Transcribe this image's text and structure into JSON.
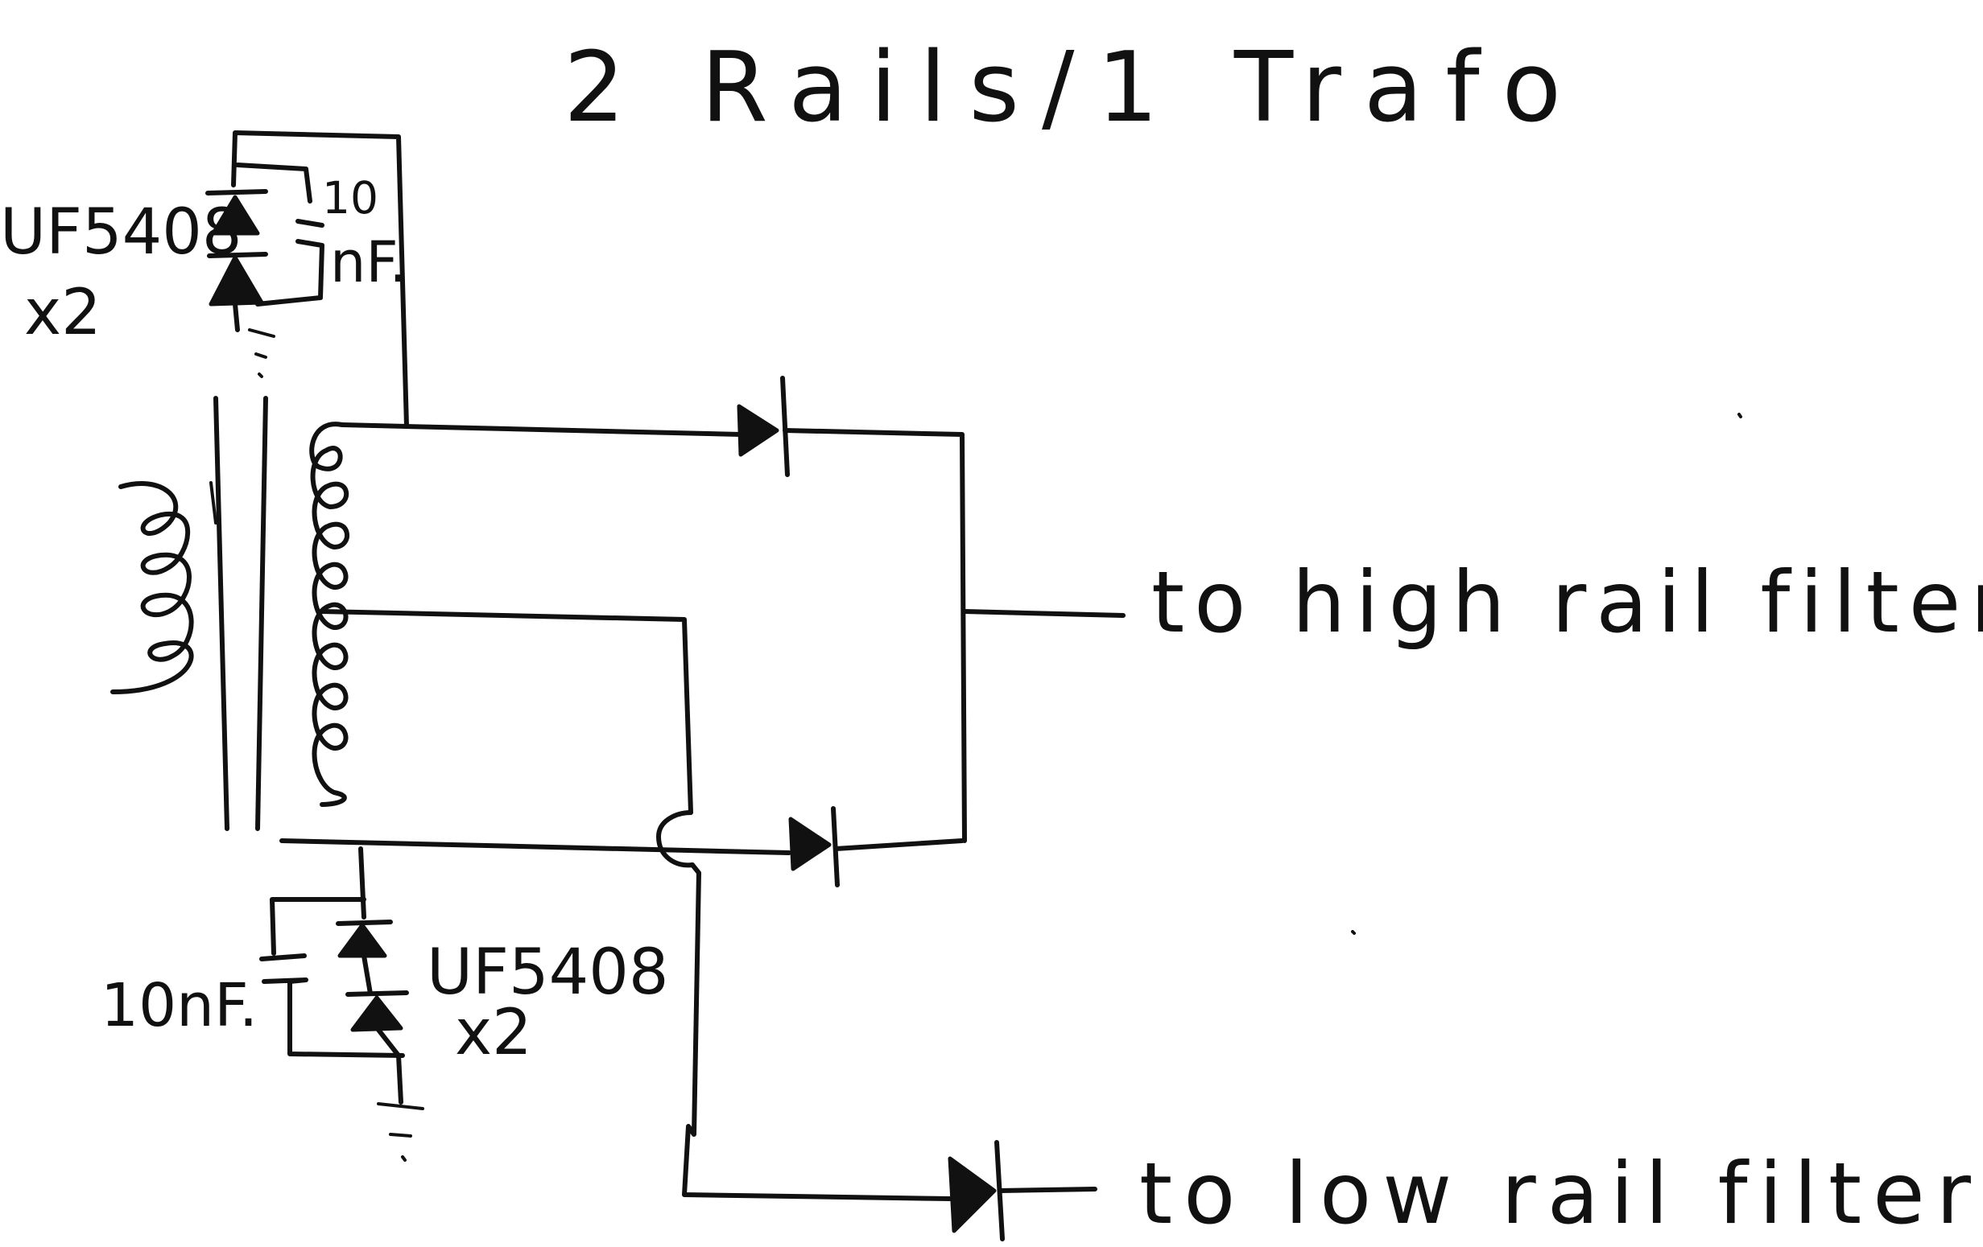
{
  "title": "2 Rails/1 Trafo",
  "labels": {
    "top_diode_part": "UF5408",
    "top_diode_count": "x2",
    "top_cap_value_1": "10",
    "top_cap_value_2": "nF.",
    "bottom_cap_value": "10nF.",
    "bottom_diode_part": "UF5408",
    "bottom_diode_count": "x2",
    "high_rail_output": "to high rail filter",
    "low_rail_output": "to low rail filter"
  },
  "colors": {
    "ink": "#111111",
    "paper": "#ffffff"
  }
}
